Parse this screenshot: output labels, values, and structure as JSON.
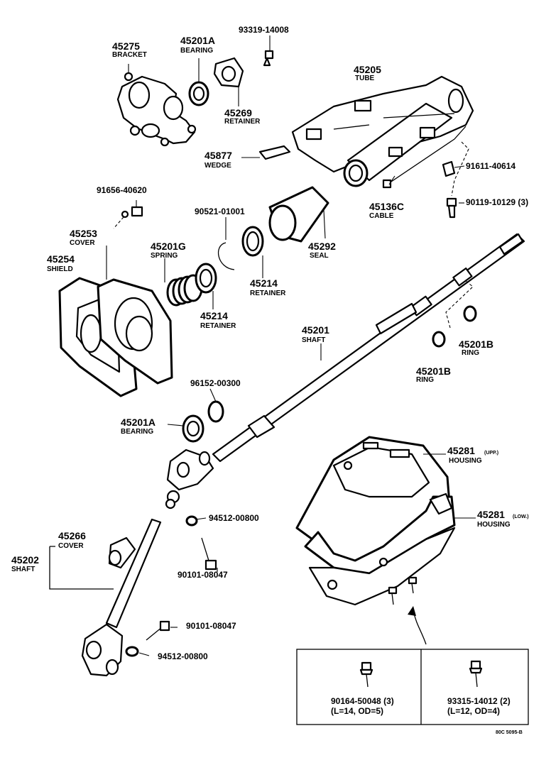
{
  "labels": {
    "bracket": {
      "num": "45275",
      "name": "BRACKET"
    },
    "bearing_top": {
      "num": "45201A",
      "name": "BEARING"
    },
    "bolt_top": {
      "num": "93319-14008"
    },
    "retainer_top": {
      "num": "45269",
      "name": "RETAINER"
    },
    "tube": {
      "num": "45205",
      "name": "TUBE"
    },
    "wedge": {
      "num": "45877",
      "name": "WEDGE"
    },
    "bolt_91611": {
      "num": "91611-40614"
    },
    "cable": {
      "num": "45136C",
      "name": "CABLE"
    },
    "bolt_90119": {
      "num": "90119-10129 (3)"
    },
    "nut_91656": {
      "num": "91656-40620"
    },
    "clip_90521": {
      "num": "90521-01001"
    },
    "seal": {
      "num": "45292",
      "name": "SEAL"
    },
    "cover_45253": {
      "num": "45253",
      "name": "COVER"
    },
    "shield": {
      "num": "45254",
      "name": "SHIELD"
    },
    "spring": {
      "num": "45201G",
      "name": "SPRING"
    },
    "retainer_r": {
      "num": "45214",
      "name": "RETAINER"
    },
    "retainer_l": {
      "num": "45214",
      "name": "RETAINER"
    },
    "shaft_main": {
      "num": "45201",
      "name": "SHAFT"
    },
    "ring_r": {
      "num": "45201B",
      "name": "RING"
    },
    "ring_l": {
      "num": "45201B",
      "name": "RING"
    },
    "snap_96152": {
      "num": "96152-00300"
    },
    "bearing_low": {
      "num": "45201A",
      "name": "BEARING"
    },
    "housing_upp": {
      "num": "45281",
      "suffix": "(UPP.)",
      "name": "HOUSING"
    },
    "housing_low": {
      "num": "45281",
      "suffix": "(LOW.)",
      "name": "HOUSING"
    },
    "nut_94512_a": {
      "num": "94512-00800"
    },
    "cover_45266": {
      "num": "45266",
      "name": "COVER"
    },
    "shaft_45202": {
      "num": "45202",
      "name": "SHAFT"
    },
    "bolt_90101_a": {
      "num": "90101-08047"
    },
    "bolt_90101_b": {
      "num": "90101-08047"
    },
    "nut_94512_b": {
      "num": "94512-00800"
    },
    "screw_90164": {
      "num": "90164-50048 (3)",
      "spec": "(L=14, OD=5)"
    },
    "screw_93315": {
      "num": "93315-14012 (2)",
      "spec": "(L=12, OD=4)"
    }
  },
  "footer": {
    "code": "80C 5095-B"
  }
}
